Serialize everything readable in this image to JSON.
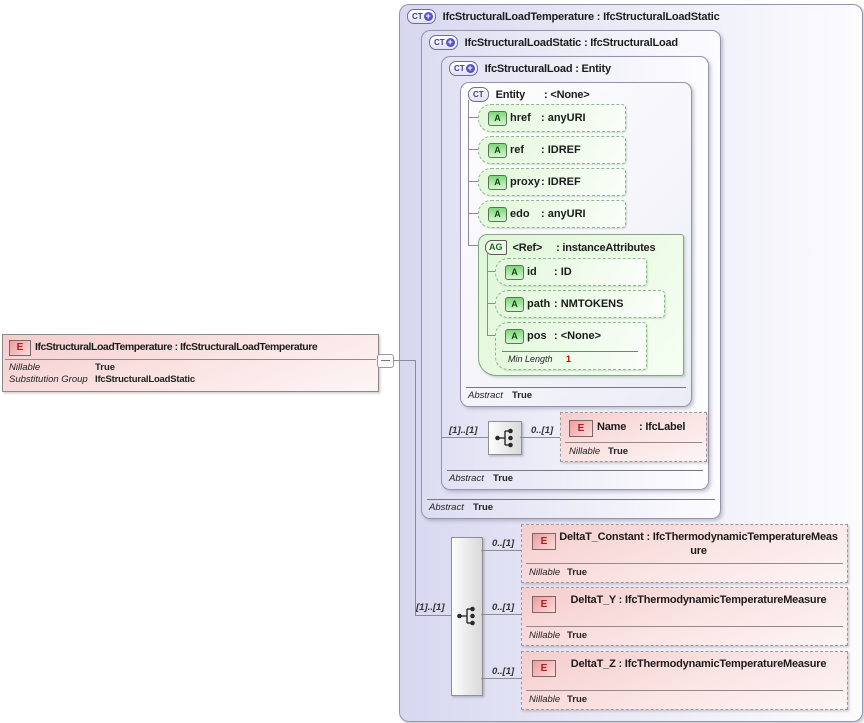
{
  "colors": {
    "lavender_box": "#d7d8f0",
    "green_attribute": "#e2f8da",
    "pink_element": "#f6cdcd",
    "connector": "#8a8a9a",
    "min_length_value_color": "#c00000"
  },
  "source_element": {
    "icon": "E",
    "title": "IfcStructuralLoadTemperature : IfcStructuralLoadTemperature",
    "facets": [
      {
        "label": "Nillable",
        "value": "True"
      },
      {
        "label": "Substitution Group",
        "value": "IfcStructuralLoadStatic"
      }
    ]
  },
  "complex_types": {
    "temperature": {
      "icon": "CT",
      "plus": "+",
      "title": "IfcStructuralLoadTemperature : IfcStructuralLoadStatic"
    },
    "static": {
      "icon": "CT",
      "plus": "+",
      "title": "IfcStructuralLoadStatic : IfcStructuralLoad",
      "footer_label": "Abstract",
      "footer_value": "True"
    },
    "load": {
      "icon": "CT",
      "plus": "+",
      "title": "IfcStructuralLoad : Entity",
      "footer_label": "Abstract",
      "footer_value": "True"
    },
    "entity": {
      "icon": "CT",
      "name": "Entity",
      "type": ": <None>",
      "footer_label": "Abstract",
      "footer_value": "True"
    }
  },
  "entity_attributes": [
    {
      "icon": "A",
      "name": "href",
      "type": ": anyURI"
    },
    {
      "icon": "A",
      "name": "ref",
      "type": ": IDREF"
    },
    {
      "icon": "A",
      "name": "proxy",
      "type": ": IDREF"
    },
    {
      "icon": "A",
      "name": "edo",
      "type": ": anyURI"
    }
  ],
  "ref_attribute_group": {
    "icon": "AG",
    "name": "<Ref>",
    "type": ": instanceAttributes",
    "attributes": [
      {
        "icon": "A",
        "name": "id",
        "type": ": ID"
      },
      {
        "icon": "A",
        "name": "path",
        "type": ": NMTOKENS"
      },
      {
        "icon": "A",
        "name": "pos",
        "type": ": <None>",
        "facet_label": "Min Length",
        "facet_value": "1"
      }
    ]
  },
  "name_group": {
    "cardinality_left": "[1]..[1]",
    "cardinality_right": "0..[1]",
    "element": {
      "icon": "E",
      "name": "Name",
      "type": ": IfcLabel",
      "facet_label": "Nillable",
      "facet_value": "True"
    }
  },
  "delta_group": {
    "cardinality": "[1]..[1]",
    "elements": [
      {
        "icon": "E",
        "cardinality": "0..[1]",
        "title": "DeltaT_Constant : IfcThermodynamicTemperatureMeasure",
        "facet_label": "Nillable",
        "facet_value": "True"
      },
      {
        "icon": "E",
        "cardinality": "0..[1]",
        "title": "DeltaT_Y : IfcThermodynamicTemperatureMeasure",
        "facet_label": "Nillable",
        "facet_value": "True"
      },
      {
        "icon": "E",
        "cardinality": "0..[1]",
        "title": "DeltaT_Z : IfcThermodynamicTemperatureMeasure",
        "facet_label": "Nillable",
        "facet_value": "True"
      }
    ]
  }
}
